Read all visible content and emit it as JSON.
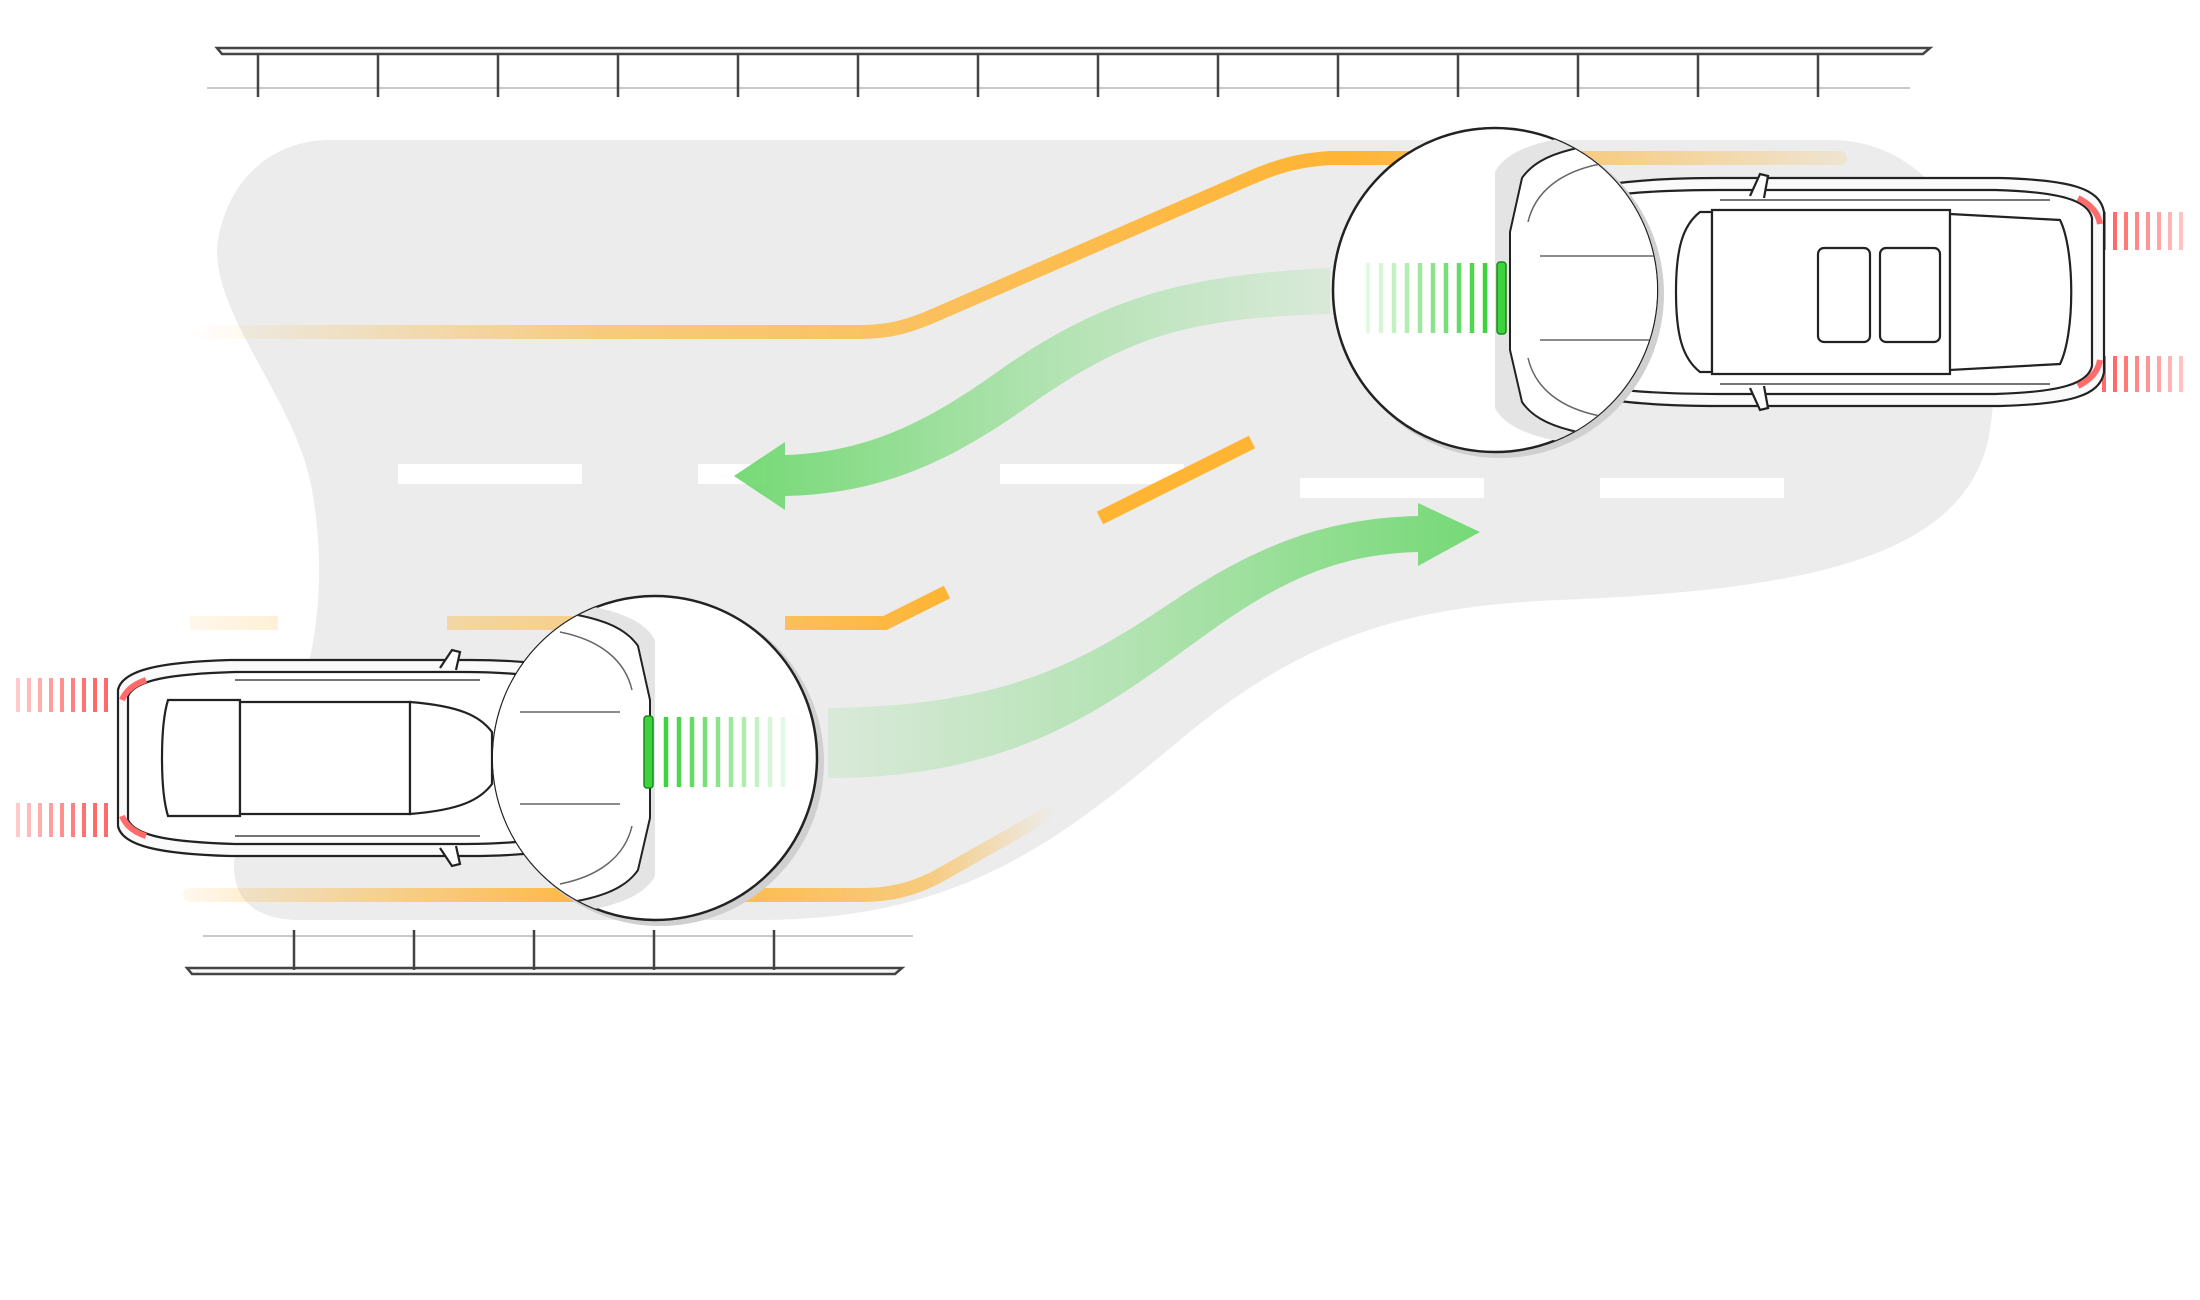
{
  "diagram": {
    "type": "illustration",
    "subject": "",
    "colors": {
      "background": "#ffffff",
      "road": "#ececec",
      "guardrail": "#444444",
      "lane_marking": "#ffffff",
      "lane_edge": "#ffb433",
      "arrow": "#6fd86f",
      "sensor_beam": "#3fd23f",
      "rear_light": "#ff6b6b",
      "car_body": "#ffffff",
      "car_outline": "#222222"
    },
    "elements": {
      "cars": [
        {
          "id": "ego-car",
          "direction": "right"
        },
        {
          "id": "oncoming-car",
          "direction": "left"
        }
      ],
      "arrows": [
        {
          "id": "arrow-right",
          "direction": "right"
        },
        {
          "id": "arrow-left",
          "direction": "left"
        }
      ],
      "zoom_circles": 2,
      "guardrails": 2
    }
  }
}
